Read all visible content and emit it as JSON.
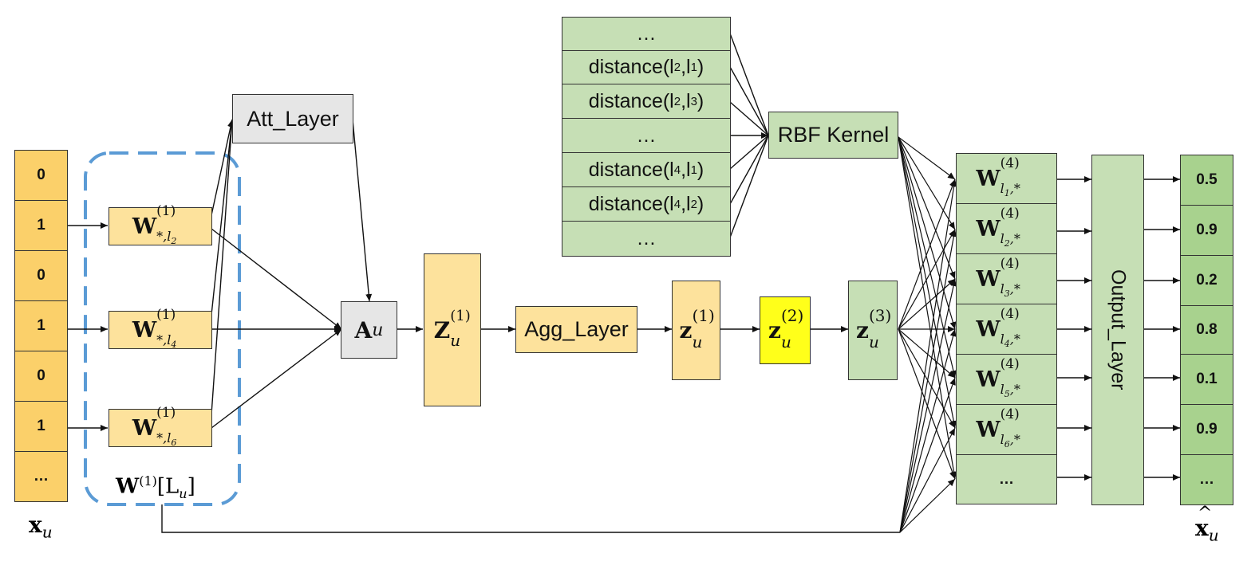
{
  "input": {
    "cells": [
      "0",
      "1",
      "0",
      "1",
      "0",
      "1",
      "…"
    ],
    "label_base": "x",
    "label_sub": "u"
  },
  "w1": [
    {
      "base": "W",
      "sup": "(1)",
      "sub": "*,l",
      "sub2": "2"
    },
    {
      "base": "W",
      "sup": "(1)",
      "sub": "*,l",
      "sub2": "4"
    },
    {
      "base": "W",
      "sup": "(1)",
      "sub": "*,l",
      "sub2": "6"
    }
  ],
  "w1_group_label": {
    "base": "W",
    "sup": "(1)",
    "rest": "[L",
    "rest_sub": "u",
    "close": "]"
  },
  "att_layer": "Att_Layer",
  "a_node": {
    "base": "A",
    "sub": "u"
  },
  "z1_big": {
    "base": "Z",
    "sup": "(1)",
    "sub": "u"
  },
  "agg_layer": "Agg_Layer",
  "z1": {
    "base": "z",
    "sup": "(1)",
    "sub": "u"
  },
  "z2": {
    "base": "z",
    "sup": "(2)",
    "sub": "u"
  },
  "z3": {
    "base": "z",
    "sup": "(3)",
    "sub": "u"
  },
  "distances": [
    {
      "text": "…"
    },
    {
      "text": "distance(l",
      "a": "2",
      "mid": ",l",
      "b": "1",
      "end": ")"
    },
    {
      "text": "distance(l",
      "a": "2",
      "mid": ",l",
      "b": "3",
      "end": ")"
    },
    {
      "text": "…"
    },
    {
      "text": "distance(l",
      "a": "4",
      "mid": ",l",
      "b": "1",
      "end": ")"
    },
    {
      "text": "distance(l",
      "a": "4",
      "mid": ",l",
      "b": "2",
      "end": ")"
    },
    {
      "text": "…"
    }
  ],
  "rbf_kernel": "RBF Kernel",
  "w4": [
    {
      "base": "W",
      "sup": "(4)",
      "sub": "l",
      "sub2": "1",
      "tail": ",*"
    },
    {
      "base": "W",
      "sup": "(4)",
      "sub": "l",
      "sub2": "2",
      "tail": ",*"
    },
    {
      "base": "W",
      "sup": "(4)",
      "sub": "l",
      "sub2": "3",
      "tail": ",*"
    },
    {
      "base": "W",
      "sup": "(4)",
      "sub": "l",
      "sub2": "4",
      "tail": ",*"
    },
    {
      "base": "W",
      "sup": "(4)",
      "sub": "l",
      "sub2": "5",
      "tail": ",*"
    },
    {
      "base": "W",
      "sup": "(4)",
      "sub": "l",
      "sub2": "6",
      "tail": ",*"
    },
    {
      "text": "…"
    }
  ],
  "output_layer": "Output_Layer",
  "outputs": [
    "0.5",
    "0.9",
    "0.2",
    "0.8",
    "0.1",
    "0.9",
    "…"
  ],
  "output_label": {
    "base": "x",
    "hat": "^",
    "sub": "u"
  },
  "colors": {
    "input": "#fbd06a",
    "w1": "#fde29c",
    "gray": "#e6e6e6",
    "green": "#c6dfb5",
    "output": "#a8d28e",
    "z2": "#ffff1a",
    "dashed_group": "#5b9bd5"
  }
}
